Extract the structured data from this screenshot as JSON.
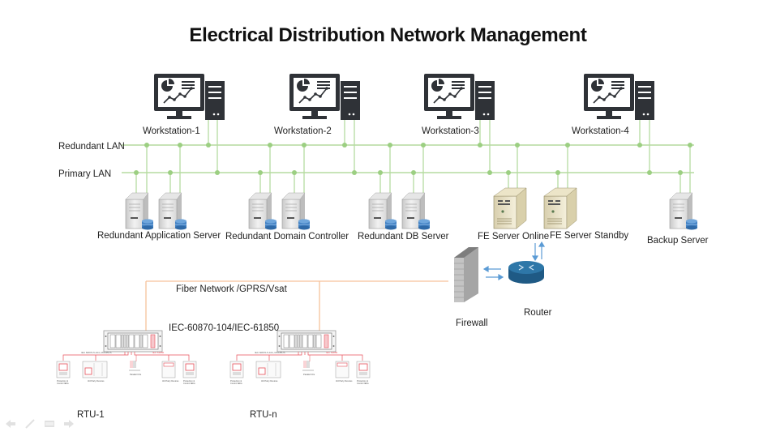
{
  "title": "Electrical Distribution Network Management",
  "colors": {
    "lan_line": "#b5dca0",
    "lan_node": "#9ccf82",
    "fiber_line": "#f6c29c",
    "arrow": "#5b9bd5",
    "monitor": "#2f3237",
    "router": "#2b6f9e",
    "rtu_accent": "#e8505b"
  },
  "lans": {
    "redundant": "Redundant LAN",
    "primary": "Primary LAN"
  },
  "workstations": [
    {
      "label": "Workstation-1",
      "icon": "workstation-icon"
    },
    {
      "label": "Workstation-2",
      "icon": "workstation-icon"
    },
    {
      "label": "Workstation-3",
      "icon": "workstation-icon"
    },
    {
      "label": "Workstation-4",
      "icon": "workstation-icon"
    }
  ],
  "servers": [
    {
      "label": "Redundant Application Server",
      "icon": "db-server-icon",
      "count": 2
    },
    {
      "label": "Redundant Domain Controller",
      "icon": "db-server-icon",
      "count": 2
    },
    {
      "label": "Redundant DB Server",
      "icon": "db-server-icon",
      "count": 2
    },
    {
      "label": "FE Server Online",
      "icon": "fe-server-icon",
      "count": 1
    },
    {
      "label": "FE Server Standby",
      "icon": "fe-server-icon",
      "count": 1
    },
    {
      "label": "Backup Server",
      "icon": "db-server-icon",
      "count": 1
    }
  ],
  "network": {
    "firewall": "Firewall",
    "router": "Router",
    "fiber": "Fiber Network /GPRS/Vsat",
    "protocol": "IEC-60870-104/IEC-61850"
  },
  "rtus": [
    {
      "label": "RTU-1",
      "icon": "rtu-rack-icon"
    },
    {
      "label": "RTU-n",
      "icon": "rtu-rack-icon"
    }
  ],
  "slide_nav": [
    "previous-icon",
    "pen-icon",
    "menu-icon",
    "next-icon"
  ]
}
